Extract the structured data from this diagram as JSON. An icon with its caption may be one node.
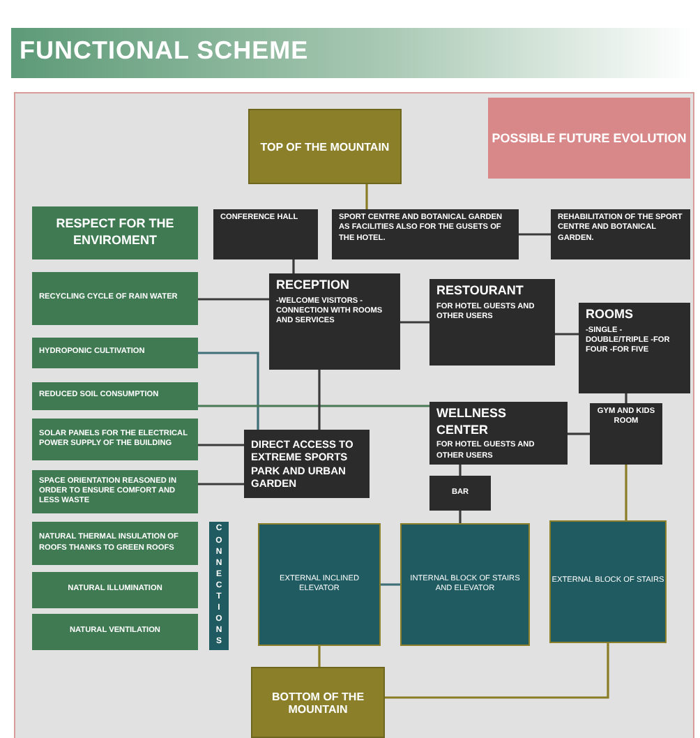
{
  "diagram": {
    "title": "FUNCTIONAL SCHEME",
    "nodes": [
      {
        "text": [
          "TOP OF THE MOUNTAIN"
        ]
      },
      {
        "text": [
          "POSSIBLE FUTURE EVOLUTION"
        ]
      },
      {
        "text": [
          "RESPECT FOR THE ENVIROMENT"
        ]
      },
      {
        "text": [
          "CONFERENCE HALL"
        ]
      },
      {
        "text": [
          "SPORT CENTRE AND BOTANICAL GARDEN AS FACILITIES ALSO FOR THE GUSETS OF THE HOTEL."
        ]
      },
      {
        "text": [
          "REHABILITATION OF THE SPORT CENTRE AND BOTANICAL GARDEN."
        ]
      },
      {
        "text": [
          "RECYCLING CYCLE OF RAIN WATER"
        ]
      },
      {
        "text": [
          "RECEPTION",
          "-WELCOME VISITORS -CONNECTION WITH ROOMS AND SERVICES"
        ]
      },
      {
        "text": [
          "RESTOURANT",
          "FOR HOTEL GUESTS AND OTHER USERS"
        ]
      },
      {
        "text": [
          "ROOMS",
          "-SINGLE -DOUBLE/TRIPLE -FOR FOUR -FOR FIVE"
        ]
      },
      {
        "text": [
          "HYDROPONIC CULTIVATION"
        ]
      },
      {
        "text": [
          "REDUCED SOIL CONSUMPTION"
        ]
      },
      {
        "text": [
          "SOLAR PANELS FOR THE ELECTRICAL POWER SUPPLY OF THE BUILDING"
        ]
      },
      {
        "text": [
          "WELLNESS CENTER",
          "FOR HOTEL GUESTS AND OTHER USERS"
        ]
      },
      {
        "text": [
          "GYM AND KIDS ROOM"
        ]
      },
      {
        "text": [
          "DIRECT ACCESS TO EXTREME SPORTS PARK AND URBAN GARDEN"
        ]
      },
      {
        "text": [
          "SPACE ORIENTATION REASONED IN ORDER TO ENSURE COMFORT AND LESS WASTE"
        ]
      },
      {
        "text": [
          "BAR"
        ]
      },
      {
        "text": [
          "NATURAL THERMAL INSULATION OF ROOFS THANKS TO GREEN ROOFS"
        ]
      },
      {
        "text": [
          "CONNECTIONS"
        ]
      },
      {
        "text": [
          "EXTERNAL INCLINED ELEVATOR"
        ]
      },
      {
        "text": [
          "INTERNAL BLOCK OF STAIRS AND ELEVATOR"
        ]
      },
      {
        "text": [
          "EXTERNAL BLOCK OF STAIRS"
        ]
      },
      {
        "text": [
          "NATURAL ILLUMINATION"
        ]
      },
      {
        "text": [
          "NATURAL VENTILATION"
        ]
      },
      {
        "text": [
          "BOTTOM OF THE MOUNTAIN"
        ]
      }
    ],
    "edges": [
      {
        "from": 0,
        "to": 4,
        "arrow": "none",
        "color": "#8a7d25"
      },
      {
        "from": 4,
        "to": 5,
        "arrow": "none"
      },
      {
        "from": 3,
        "to": 7,
        "arrow": "none"
      },
      {
        "from": 7,
        "to": 8,
        "arrow": "none"
      },
      {
        "from": 8,
        "to": 9,
        "arrow": "none"
      },
      {
        "from": 6,
        "to": 7,
        "arrow": "none"
      },
      {
        "from": 10,
        "to": 15,
        "arrow": "none",
        "color": "#3f6f78"
      },
      {
        "from": 11,
        "to": 13,
        "arrow": "none",
        "color": "#4a7a55"
      },
      {
        "from": 12,
        "to": 15,
        "arrow": "none"
      },
      {
        "from": 16,
        "to": 15,
        "arrow": "none"
      },
      {
        "from": 7,
        "to": 15,
        "arrow": "none"
      },
      {
        "from": 13,
        "to": 14,
        "arrow": "none"
      },
      {
        "from": 13,
        "to": 17,
        "arrow": "none"
      },
      {
        "from": 17,
        "to": 21,
        "arrow": "none"
      },
      {
        "from": 9,
        "to": 14,
        "arrow": "none"
      },
      {
        "from": 14,
        "to": 22,
        "arrow": "none",
        "color": "#8a7d25"
      },
      {
        "from": 20,
        "to": 25,
        "arrow": "none",
        "color": "#8a7d25"
      },
      {
        "from": 22,
        "to": 25,
        "arrow": "none",
        "color": "#8a7d25"
      },
      {
        "from": 21,
        "to": 20,
        "arrow": "none",
        "color": "#3f6f78"
      }
    ]
  }
}
